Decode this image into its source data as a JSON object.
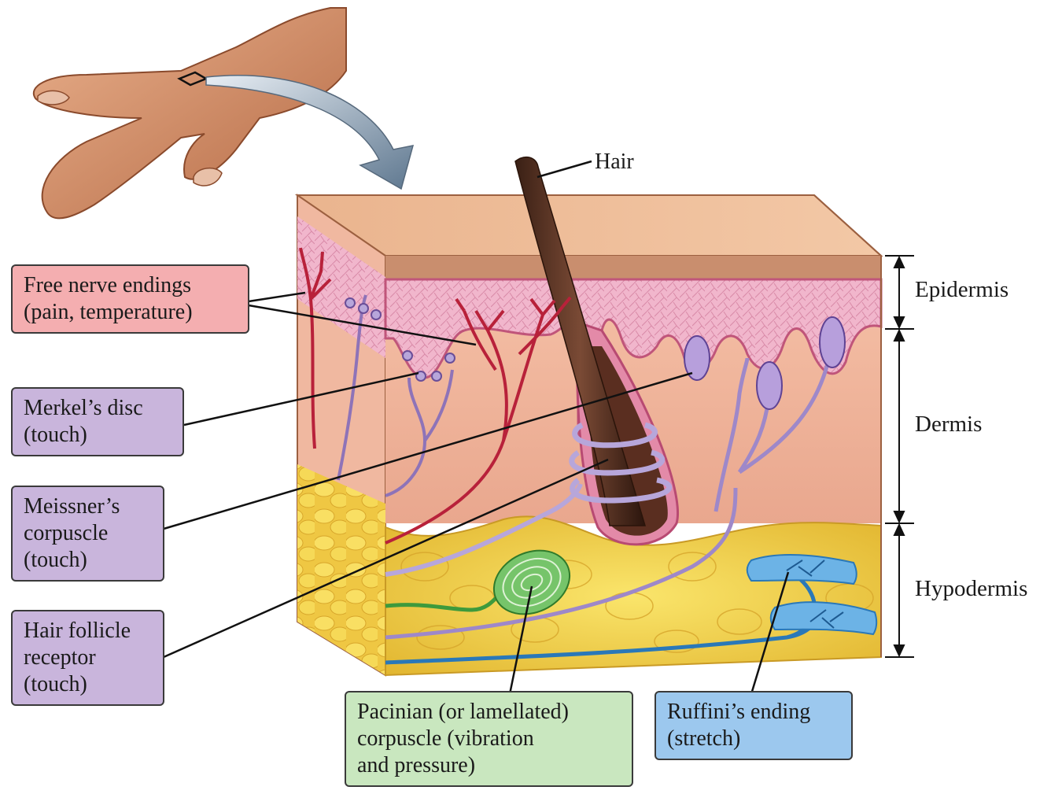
{
  "hair_label": "Hair",
  "layers": {
    "epidermis": "Epidermis",
    "dermis": "Dermis",
    "hypodermis": "Hypodermis"
  },
  "receptors": {
    "free_nerve": [
      "Free nerve endings",
      "(pain, temperature)"
    ],
    "merkel": [
      "Merkel’s disc",
      "(touch)"
    ],
    "meissner": [
      "Meissner’s",
      "corpuscle",
      "(touch)"
    ],
    "hair_follicle": [
      "Hair follicle",
      "receptor",
      "(touch)"
    ],
    "pacinian": [
      "Pacinian (or lamellated)",
      "corpuscle (vibration",
      "and pressure)"
    ],
    "ruffini": [
      "Ruffini’s ending",
      "(stretch)"
    ]
  },
  "colors": {
    "pink_box": "#f4aeb0",
    "purple_box": "#c9b5dc",
    "green_box": "#c9e7bf",
    "blue_box": "#9cc8ee"
  }
}
